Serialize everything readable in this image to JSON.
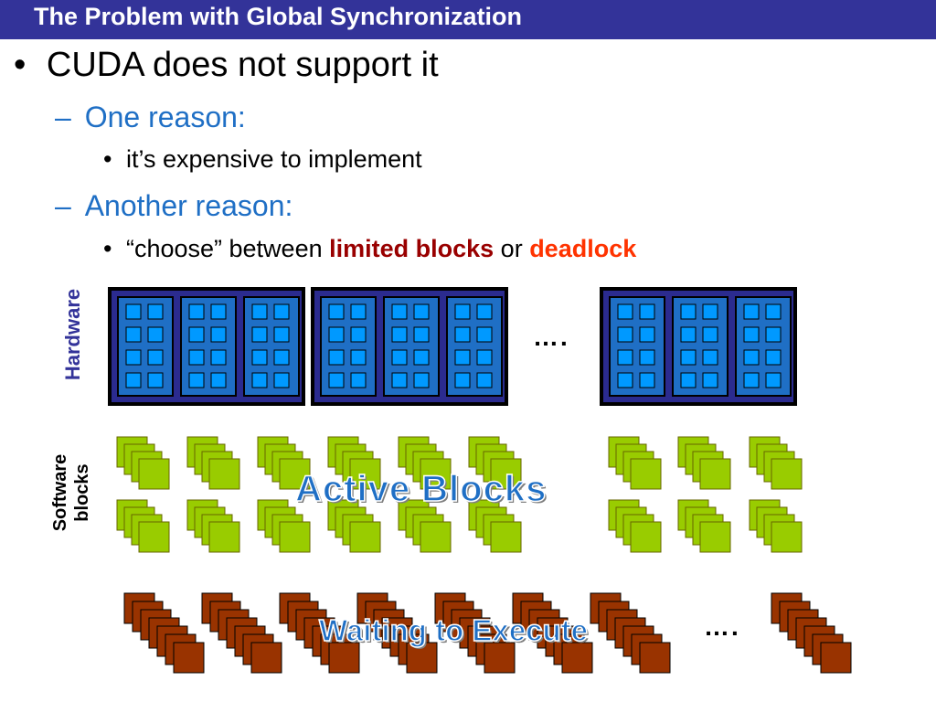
{
  "slide": {
    "title": "The Problem with Global Synchronization",
    "bullets": {
      "b1": "CUDA does not support it",
      "b1_prefix": "•",
      "b2": "One reason:",
      "b2_prefix": "–",
      "b3": "it’s expensive to implement",
      "b3_prefix": "•",
      "b4": "Another reason:",
      "b4_prefix": "–",
      "b5_prefix": "•",
      "b5_part1": "“choose” between ",
      "b5_limited": "limited blocks",
      "b5_or": " or ",
      "b5_deadlock": "deadlock"
    }
  },
  "figure": {
    "hardware_label": "Hardware",
    "software_label_line1": "Software",
    "software_label_line2": "blocks",
    "ellipsis_hardware": "….",
    "ellipsis_waiting": "….",
    "active_blocks_label": "Active Blocks",
    "waiting_label": "Waiting to Execute",
    "colors": {
      "title_bar": "#333399",
      "bullet_sub": "#1f6fc5",
      "limited_blocks": "#990000",
      "deadlock": "#ff3300",
      "hardware_outer": "#2b2b8f",
      "hardware_core": "#1f6fc5",
      "hardware_unit": "#0099ff",
      "active_block": "#99cc00",
      "waiting_block": "#993300"
    }
  }
}
